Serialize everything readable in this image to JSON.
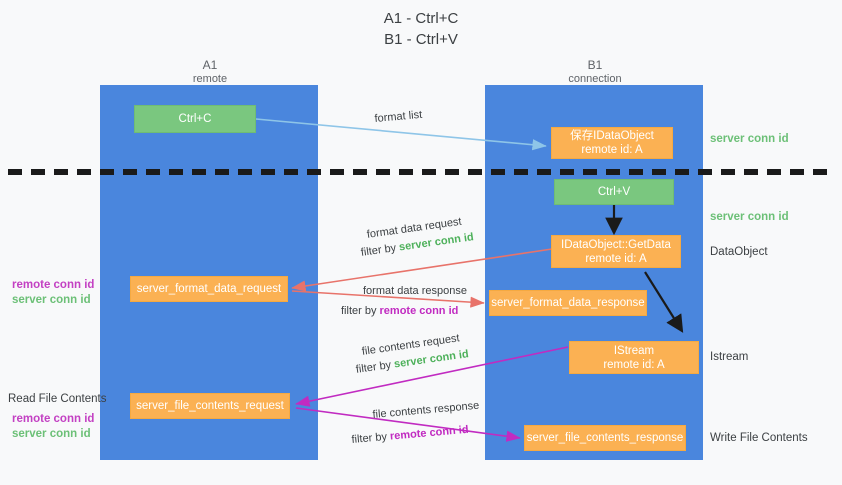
{
  "title": {
    "line1": "A1 - Ctrl+C",
    "line2": "B1 - Ctrl+V"
  },
  "columns": [
    {
      "id": "a1",
      "name": "A1",
      "sub": "remote"
    },
    {
      "id": "b1",
      "name": "B1",
      "sub": "connection"
    }
  ],
  "nodes": {
    "ctrl_c": {
      "line1": "Ctrl+C",
      "line2": ""
    },
    "save_idataobject": {
      "line1": "保存IDataObject",
      "line2": "remote id: A"
    },
    "ctrl_v": {
      "line1": "Ctrl+V",
      "line2": ""
    },
    "getdata": {
      "line1": "IDataObject::GetData",
      "line2": "remote id: A"
    },
    "istream": {
      "line1": "IStream",
      "line2": "remote id: A"
    },
    "fmt_req": {
      "line1": "server_format_data_request",
      "line2": ""
    },
    "fmt_resp": {
      "line1": "server_format_data_response",
      "line2": ""
    },
    "file_req": {
      "line1": "server_file_contents_request",
      "line2": ""
    },
    "file_resp": {
      "line1": "server_file_contents_response",
      "line2": ""
    }
  },
  "edge_labels": {
    "format_list": "format list",
    "format_data_request": "format data request",
    "format_data_request_filter_prefix": "filter by ",
    "format_data_request_filter_value": "server conn id",
    "format_data_response": "format data response",
    "format_data_response_filter_prefix": "filter by ",
    "format_data_response_filter_value": "remote conn id",
    "file_contents_request": "file contents request",
    "file_contents_request_filter_prefix": "filter by ",
    "file_contents_request_filter_value": "server conn id",
    "file_contents_response": "file contents response",
    "file_contents_response_filter_prefix": "filter by ",
    "file_contents_response_filter_value": "remote conn id"
  },
  "side_labels": {
    "right_server_conn_id_1": "server conn id",
    "right_server_conn_id_2": "server conn id",
    "right_dataobject": "DataObject",
    "right_istream": "Istream",
    "right_write_file_contents": "Write File Contents",
    "left_remote_conn_id_1": "remote conn id",
    "left_server_conn_id_1": "server conn id",
    "left_read_file_contents": "Read File Contents",
    "left_remote_conn_id_2": "remote conn id",
    "left_server_conn_id_2": "server conn id"
  },
  "colors": {
    "column_blue": "#4a86dd",
    "node_green": "#7ac77f",
    "node_orange": "#fbb153",
    "arrow_light_blue": "#8ec5e8",
    "arrow_red": "#e8736a",
    "arrow_magenta": "#c12bc1",
    "arrow_black": "#1a1a1a",
    "text_green": "#4eb15b",
    "text_magenta": "#c12bc1",
    "background": "#f8f9fa"
  }
}
